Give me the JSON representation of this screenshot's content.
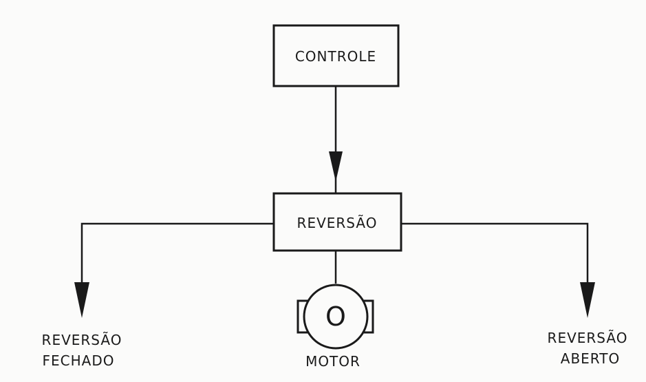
{
  "nodes": {
    "controle": "CONTROLE",
    "reversao": "REVERSÃO",
    "motor_symbol": "O",
    "motor_label": "MOTOR",
    "left_line1": "REVERSÃO",
    "left_line2": "FECHADO",
    "right_line1": "REVERSÃO",
    "right_line2": "ABERTO"
  }
}
